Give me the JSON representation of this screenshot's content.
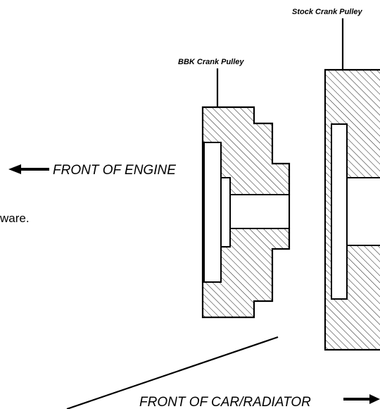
{
  "labels": {
    "stock_pulley": "Stock Crank Pulley",
    "bbk_pulley": "BBK Crank Pulley",
    "front_of_engine": "FRONT OF ENGINE",
    "front_of_car": "FRONT OF CAR/RADIATOR",
    "partial_text": "ware."
  },
  "colors": {
    "line": "#000000",
    "background": "#ffffff"
  },
  "icons": {
    "left_arrow": "arrow-left-icon",
    "right_arrow": "arrow-right-icon"
  }
}
